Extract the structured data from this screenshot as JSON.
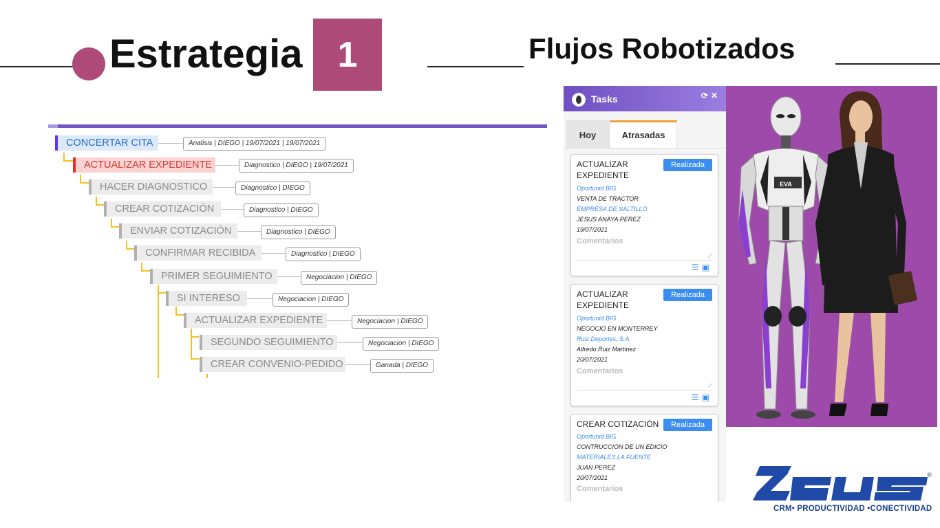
{
  "header": {
    "title": "Estrategia",
    "number": "1",
    "subtitle": "Flujos Robotizados"
  },
  "flow": {
    "nodes": [
      {
        "label": "CONCERTAR CITA",
        "tag": "Analisis | DIEGO | 19/07/2021 | 19/07/2021"
      },
      {
        "label": "ACTUALIZAR EXPEDIENTE",
        "tag": "Diagnostico | DIEGO | 19/07/2021"
      },
      {
        "label": "HACER DIAGNOSTICO",
        "tag": "Diagnostico | DIEGO"
      },
      {
        "label": "CREAR COTIZACIÓN",
        "tag": "Diagnostico | DIEGO"
      },
      {
        "label": "ENVIAR COTIZACIÓN",
        "tag": "Diagnostico | DIEGO"
      },
      {
        "label": "CONFIRMAR RECIBIDA",
        "tag": "Diagnostico | DIEGO"
      },
      {
        "label": "PRIMER SEGUIMIENTO",
        "tag": "Negociacion | DIEGO"
      },
      {
        "label": "SI INTERESO",
        "tag": "Negociacion | DIEGO"
      },
      {
        "label": "ACTUALIZAR EXPEDIENTE",
        "tag": "Negociacion | DIEGO"
      },
      {
        "label": "SEGUNDO SEGUIMIENTO",
        "tag": "Negociacion | DIEGO"
      },
      {
        "label": "CREAR CONVENIO-PEDIDO",
        "tag": "Ganada | DIEGO"
      }
    ]
  },
  "tasks": {
    "title": "Tasks",
    "refresh_icon": "refresh-icon",
    "close_icon": "close-icon",
    "tabs": {
      "today": "Hoy",
      "overdue": "Atrasadas"
    },
    "done_label": "Realizada",
    "comments_label": "Comentarios",
    "cards": [
      {
        "title": "ACTUALIZAR EXPEDIENTE",
        "opportunity": "Oportunid BIG",
        "deal": "VENTA DE TRACTOR",
        "company": "EMPRESA DE SALTILLO",
        "contact": "JESUS ANAYA PEREZ",
        "date": "19/07/2021"
      },
      {
        "title": "ACTUALIZAR EXPEDIENTE",
        "opportunity": "Oportunid BIG",
        "deal": "NEGOCIO EN MONTERREY",
        "company": "Ruiz Deportes, S.A.",
        "contact": "Alfredo Ruiz Martinez",
        "date": "20/07/2021"
      },
      {
        "title": "CREAR COTIZACIÓN",
        "opportunity": "Oportunid BIG",
        "deal": "CONTRUCCION DE UN EDICIO",
        "company": "MATERIALES LA FUENTE",
        "contact": "JUAN PEREZ",
        "date": "20/07/2021"
      }
    ]
  },
  "illustration": {
    "badge": "EVA"
  },
  "logo": {
    "tagline": "CRM• PRODUCTIVIDAD •CONECTIVIDAD",
    "registered": "®"
  },
  "colors": {
    "accent": "#ad4a78",
    "purple": "#9e4aab",
    "blue": "#3b8df0",
    "logo_blue": "#1a3f8f"
  }
}
